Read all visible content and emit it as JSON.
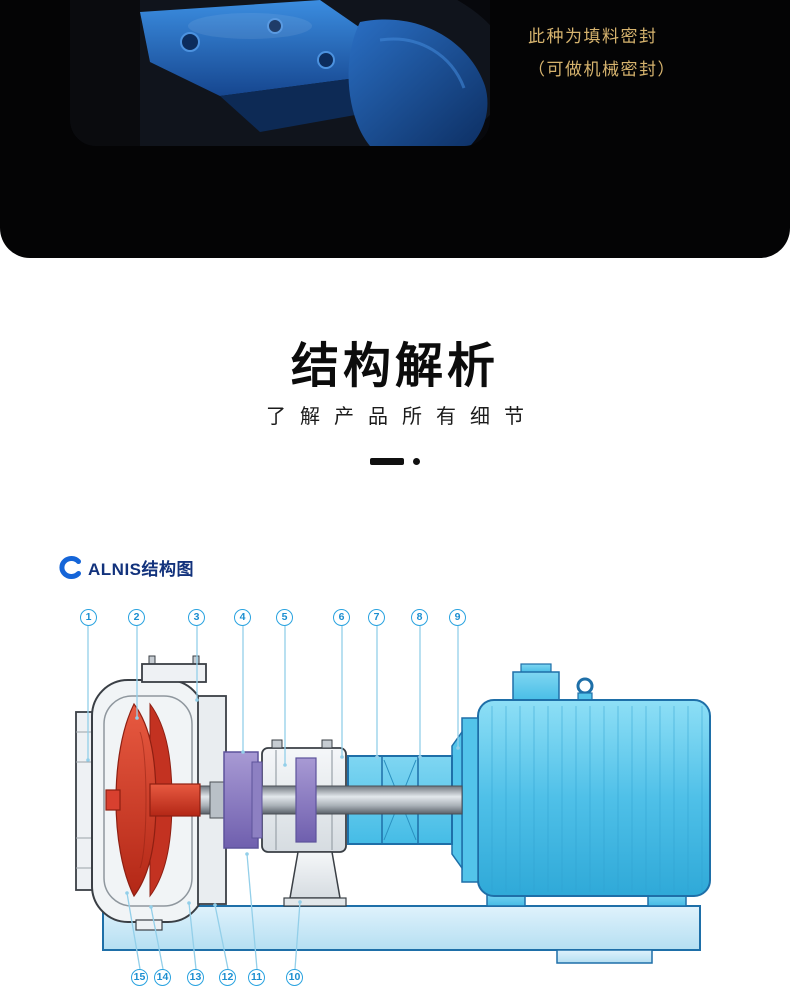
{
  "hero": {
    "caption_line1": "此种为填料密封",
    "caption_line2": "（可做机械密封）"
  },
  "structure_section": {
    "title": "结构解析",
    "subtitle": "了解产品所有细节"
  },
  "diagram": {
    "brand_label": "ALNIS结构图",
    "top_callouts": [
      "1",
      "2",
      "3",
      "4",
      "5",
      "6",
      "7",
      "8",
      "9"
    ],
    "bottom_callouts": [
      "15",
      "14",
      "13",
      "12",
      "11",
      "10"
    ]
  },
  "colors": {
    "hero_caption_gold": "#d6b36e",
    "callout_blue": "#2aa3e0",
    "impeller_red": "#d8402f",
    "seal_purple": "#9187c6",
    "motor_cyan": "#55c6ec",
    "base_light_blue": "#cfeaf9",
    "logo_blue": "#1565d8"
  }
}
